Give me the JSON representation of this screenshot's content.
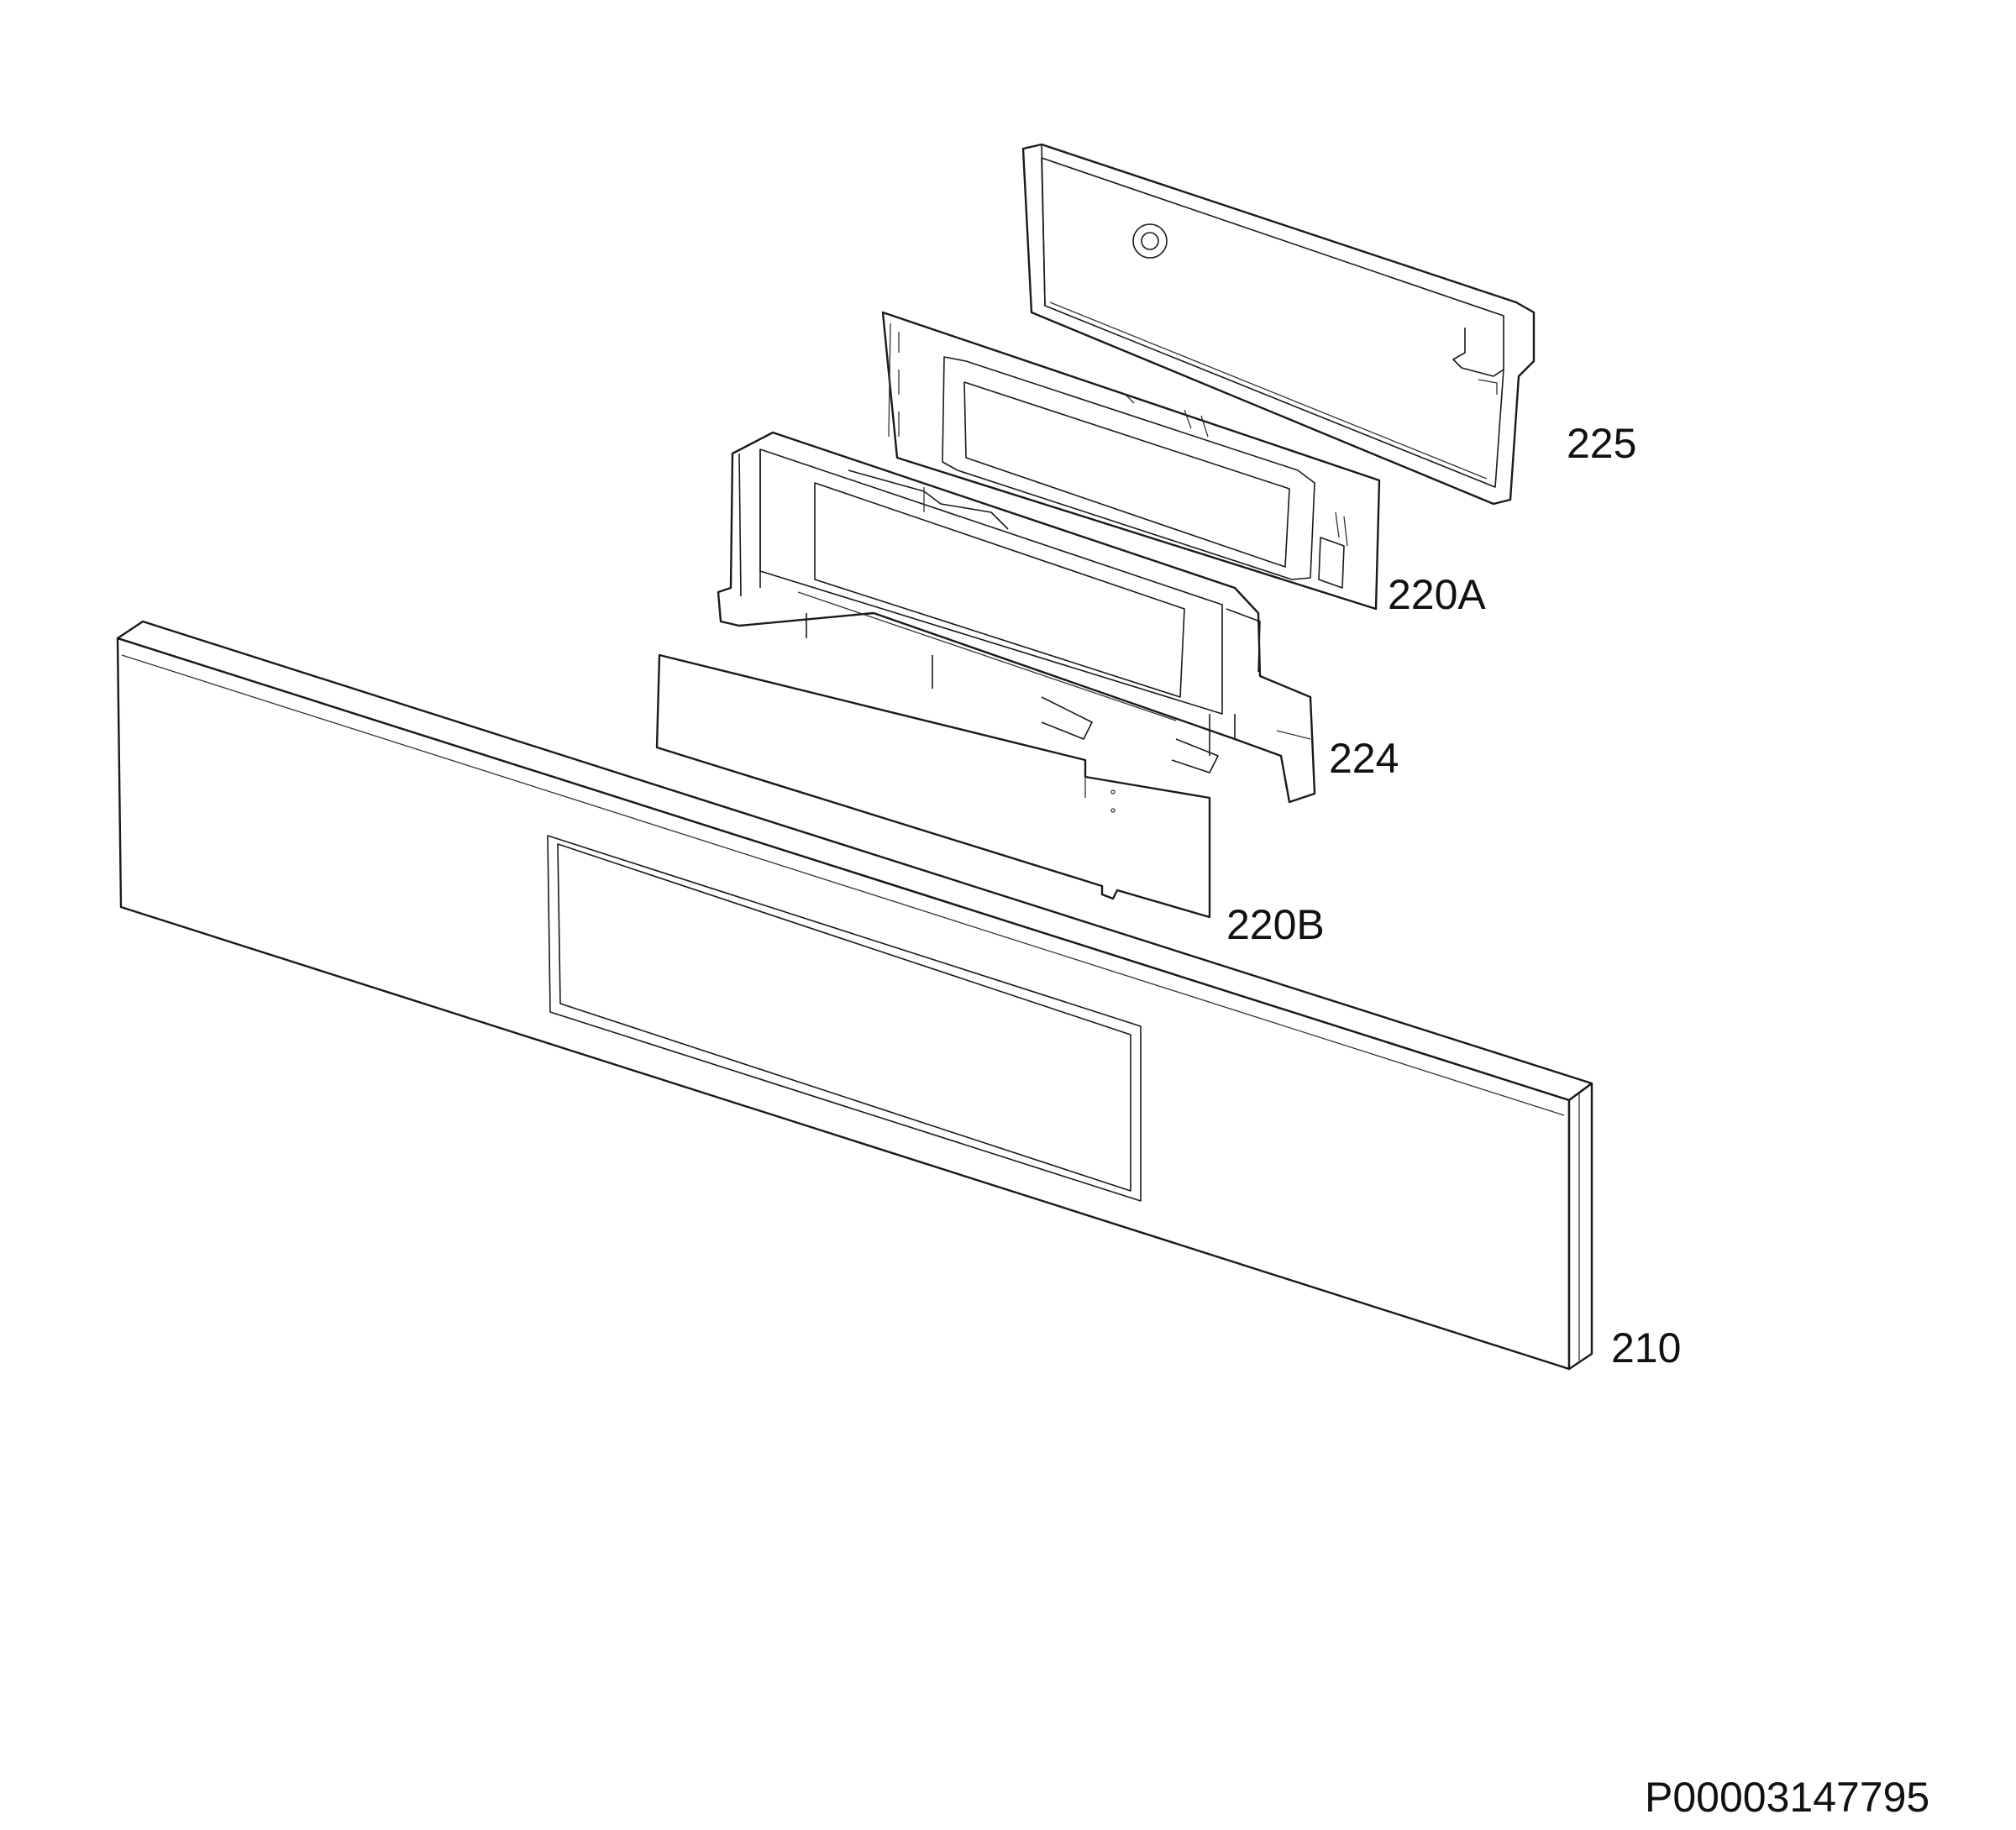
{
  "diagram": {
    "part_labels": {
      "p225": "225",
      "p220A": "220A",
      "p224": "224",
      "p220B": "220B",
      "p210": "210"
    },
    "document_id": "P00003147795"
  },
  "colors": {
    "line": "#1a1a1a",
    "background": "#ffffff"
  }
}
